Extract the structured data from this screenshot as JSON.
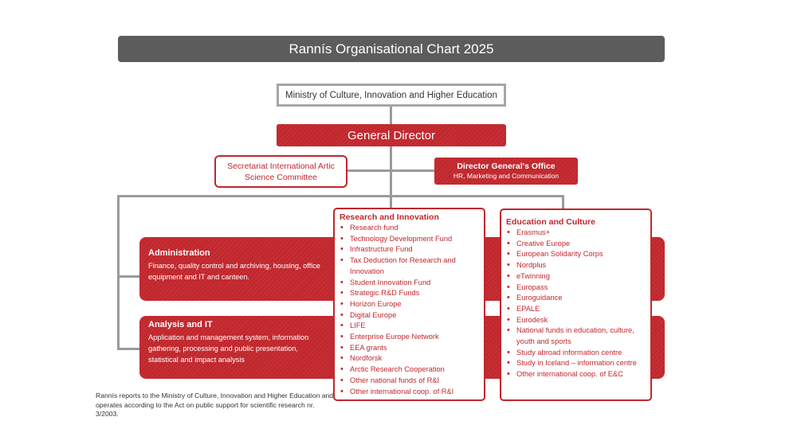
{
  "title": "Rannís Organisational Chart 2025",
  "ministry": "Ministry of Culture, Innovation and Higher Education",
  "general_director": "General Director",
  "secretariat": "Secretariat International Artic Science Committee",
  "director_office": {
    "title": "Director General's Office",
    "subtitle": "HR, Marketing and Communication"
  },
  "administration": {
    "title": "Administration",
    "description": "Finance, quality control and archiving, housing, office equipment and IT and canteen."
  },
  "analysis": {
    "title": "Analysis and IT",
    "description": "Application and management system, information gathering, processing and public presentation, statistical and impact analysis"
  },
  "research": {
    "title": "Research and Innovation",
    "items": [
      "Research fund",
      "Technology Development Fund",
      "Infrastructure Fund",
      "Tax Deduction for Research and Innovation",
      "Student Innovation Fund",
      "Strategic R&D Funds",
      "Horizon Europe",
      "Digital Europe",
      "LIFE",
      "Enterprise Europe Network",
      "EEA grants",
      "Nordforsk",
      "Arctic Research Cooperation",
      "Other national funds of R&I",
      "Other international coop. of R&I"
    ]
  },
  "education": {
    "title": "Education and Culture",
    "items": [
      "Erasmus+",
      "Creative Europe",
      "European Solidarity Corps",
      "Nordplus",
      "eTwinning",
      "Europass",
      "Euroguidance",
      "EPALE",
      "Eurodesk",
      "National funds in education, culture, youth and sports",
      "Study abroad information centre",
      "Study in Iceland – information centre",
      "Other international coop. of E&C"
    ]
  },
  "footnote": "Rannís reports to the Ministry of Culture, Innovation and Higher Education and operates according to the Act on public support for scientific research nr. 3/2003.",
  "colors": {
    "brand_red": "#c1272d",
    "title_bar": "#5c5c5c",
    "connector_gray": "#9a9a9a"
  }
}
